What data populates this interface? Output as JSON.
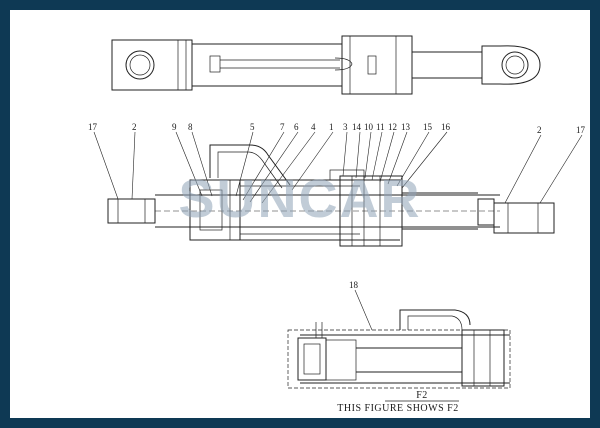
{
  "watermark": "SUNCAR",
  "figure": {
    "id": "F2",
    "caption": "THIS FIGURE SHOWS F2"
  },
  "labels": {
    "l17a": "17",
    "l2a": "2",
    "l9": "9",
    "l8": "8",
    "l5": "5",
    "l7": "7",
    "l6": "6",
    "l4": "4",
    "l1": "1",
    "l3": "3",
    "l14": "14",
    "l10": "10",
    "l11": "11",
    "l12": "12",
    "l13": "13",
    "l15": "15",
    "l16": "16",
    "l2b": "2",
    "l17b": "17",
    "l18": "18"
  }
}
